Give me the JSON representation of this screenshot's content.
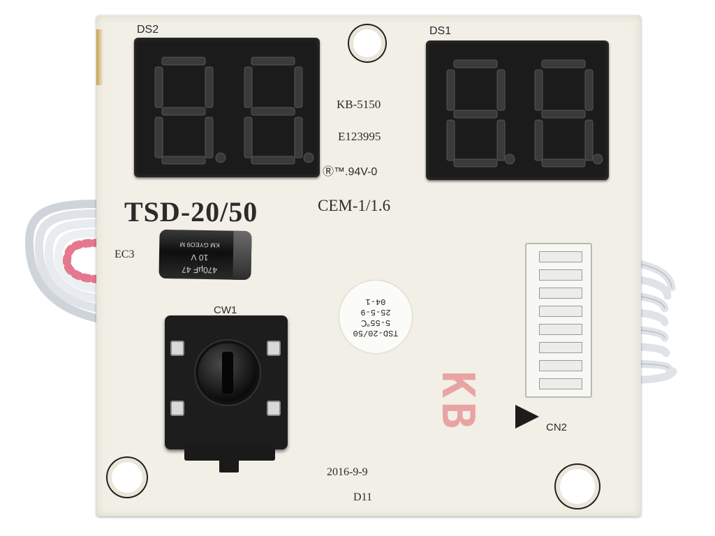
{
  "board": {
    "model_label": "TSD-20/50",
    "material_label": "CEM-1/1.6",
    "part_number": "KB-5150",
    "ul_file": "E123995",
    "ul_rating": "Ⓡ™.94V-0",
    "date_code": "2016-9-9",
    "revision": "D11",
    "stamp": "KB"
  },
  "displays": [
    {
      "label": "DS2",
      "digits": [
        "8.",
        "8."
      ]
    },
    {
      "label": "DS1",
      "digits": [
        "8.",
        "8."
      ]
    }
  ],
  "capacitor": {
    "ref": "EC3",
    "line1": "470µF  47",
    "line2": "10 V",
    "line3": "KM GYEO9 M"
  },
  "encoder": {
    "ref": "CW1"
  },
  "connector": {
    "ref": "CN2",
    "pins": 8
  },
  "sticker": {
    "lines": [
      "TSD-20/50",
      "5-55℃",
      "25-5-9",
      "04-1"
    ]
  },
  "colors": {
    "board": "#f1efe6",
    "display_body": "#1b1b1b",
    "segment": "#3a3a3a",
    "ribbon_left_stripe": "#e4788f",
    "ribbon_wire": "#d9dde2",
    "stamp": "#e9a3a3"
  }
}
